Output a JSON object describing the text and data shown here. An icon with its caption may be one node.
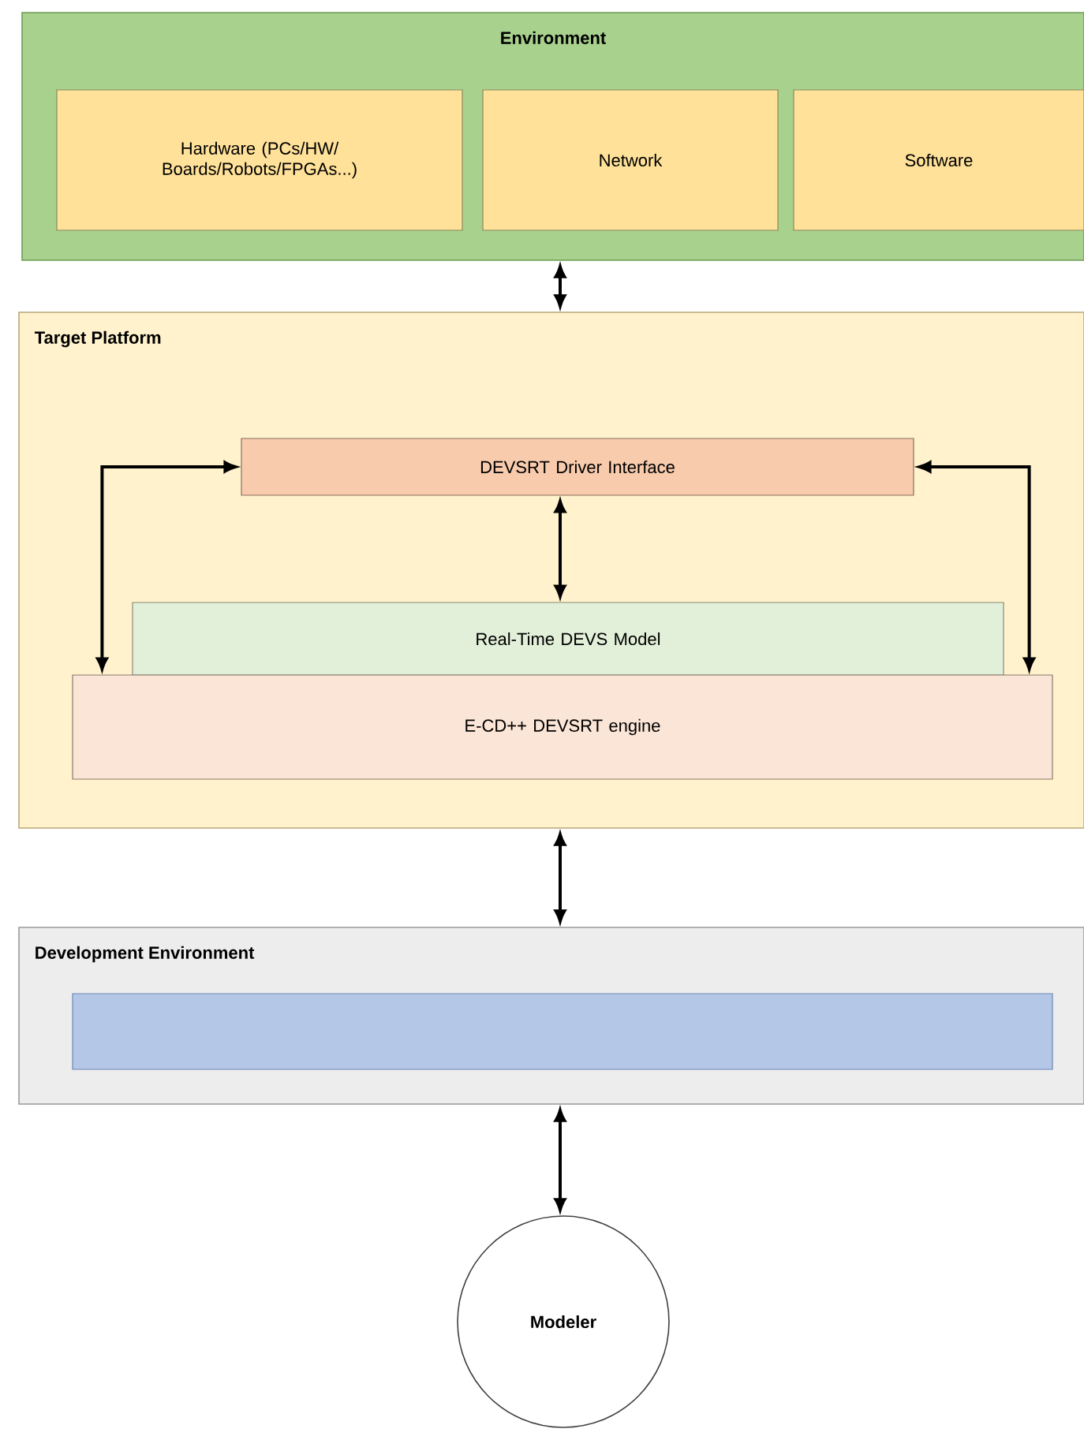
{
  "diagram": {
    "nodes": [
      {
        "text": [
          "Environment"
        ]
      },
      {
        "text": [
          "Hardware (PCs/HW/ Boards/Robots/FPGAs...)"
        ],
        "in": 0
      },
      {
        "text": [
          "Network"
        ],
        "in": 0
      },
      {
        "text": [
          "Software"
        ],
        "in": 0
      },
      {
        "text": [
          "Target Platform"
        ]
      },
      {
        "text": [
          "DEVSRT Driver Interface"
        ],
        "in": 4
      },
      {
        "text": [
          "Real-Time DEVS Model"
        ],
        "in": 4
      },
      {
        "text": [
          "E-CD++ DEVSRT engine"
        ],
        "in": 4
      },
      {
        "text": [
          "Development Environment"
        ]
      },
      {
        "text": [],
        "shape": "box",
        "in": 8
      },
      {
        "text": [
          "Modeler"
        ]
      }
    ],
    "edges": [
      {
        "from": 0,
        "to": 4,
        "arrow": "both"
      },
      {
        "from": 5,
        "to": 6,
        "arrow": "both"
      },
      {
        "from": 5,
        "to": 7,
        "arrow": "both"
      },
      {
        "from": 5,
        "to": 7,
        "arrow": "both"
      },
      {
        "from": 4,
        "to": 8,
        "arrow": "both"
      },
      {
        "from": 8,
        "to": 10,
        "arrow": "both"
      }
    ]
  }
}
